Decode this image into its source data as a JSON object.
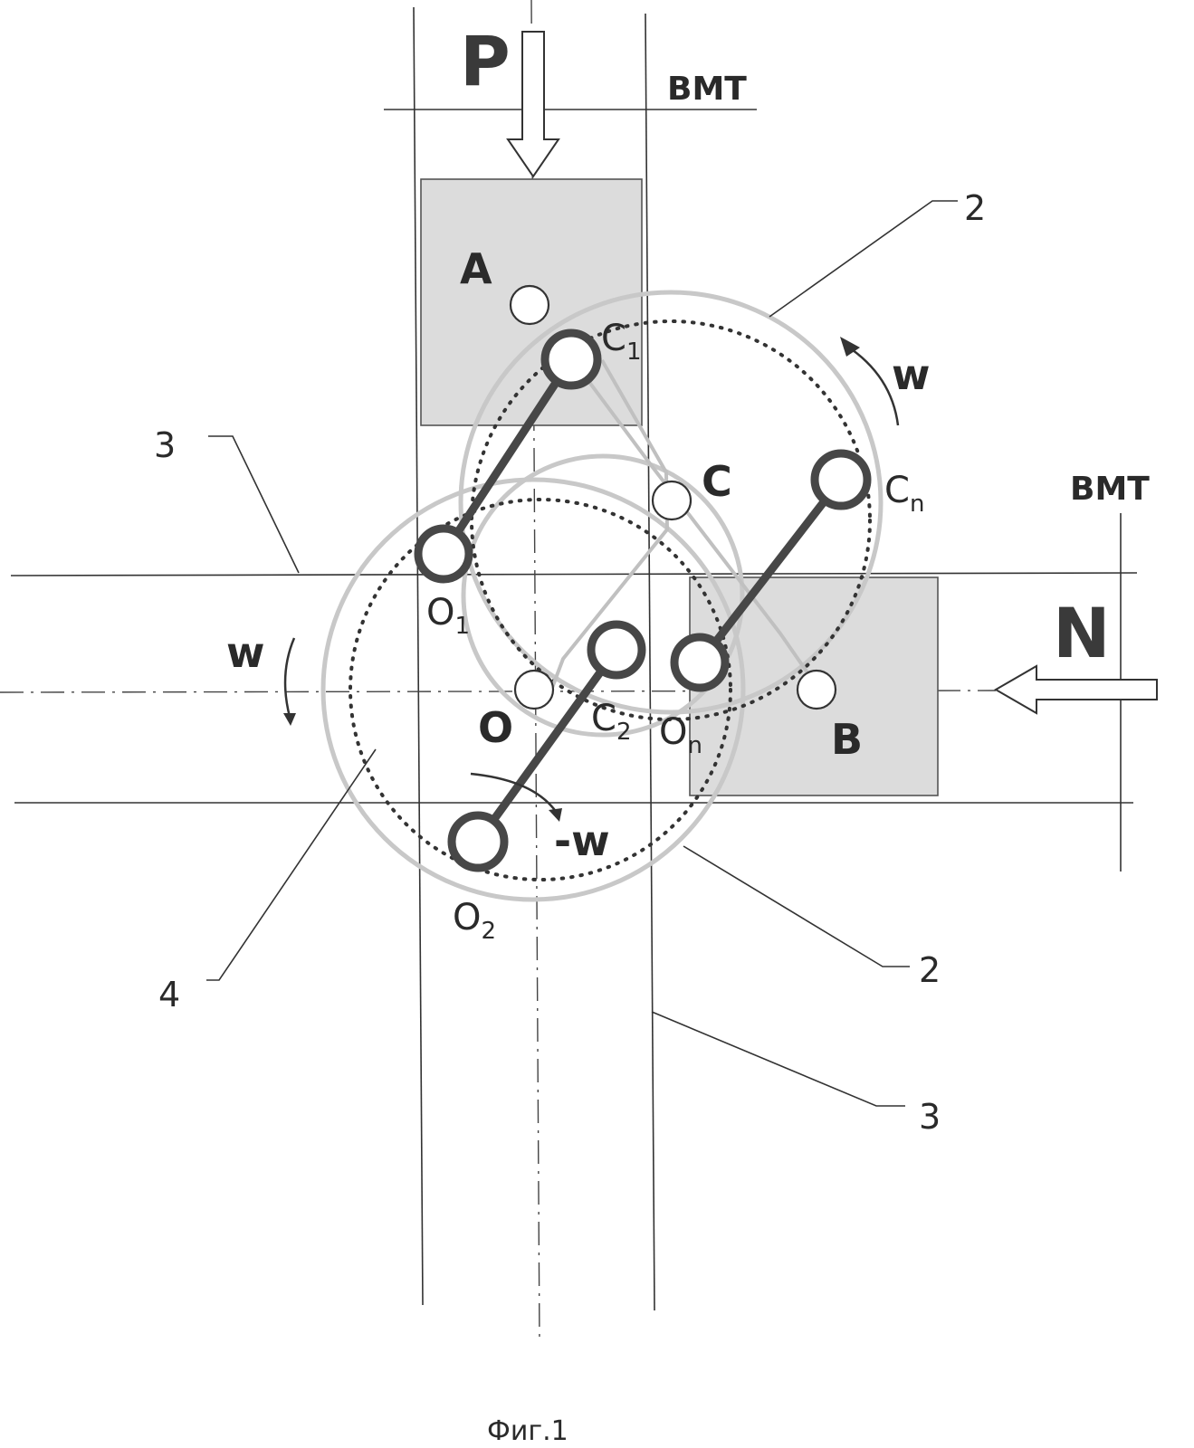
{
  "labels": {
    "force_p": "P",
    "force_n": "N",
    "bmt_top": "ВМТ",
    "bmt_right": "ВМТ",
    "point_a": "A",
    "point_b": "B",
    "point_c": "C",
    "point_o": "O",
    "point_c1": "C",
    "point_c1_sub": "1",
    "point_c2": "C",
    "point_c2_sub": "2",
    "point_cn": "C",
    "point_cn_sub": "n",
    "point_o1": "O",
    "point_o1_sub": "1",
    "point_o2": "O",
    "point_o2_sub": "2",
    "point_on": "O",
    "point_on_sub": "n",
    "omega_right": "w",
    "omega_left": "w",
    "omega_neg": "-w",
    "ref_2_top": "2",
    "ref_2_bottom": "2",
    "ref_3_left": "3",
    "ref_3_bottom": "3",
    "ref_4": "4",
    "caption": "Фиг.1"
  }
}
